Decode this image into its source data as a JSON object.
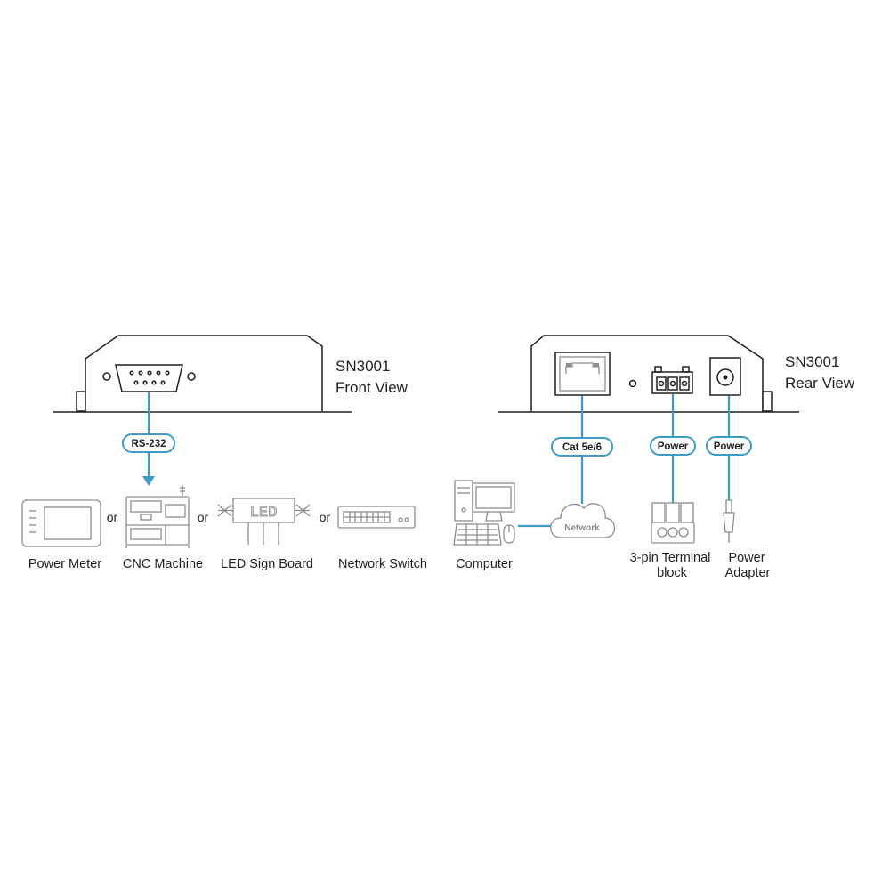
{
  "front": {
    "title_line1": "SN3001",
    "title_line2": "Front View",
    "port_tag": "RS-232"
  },
  "rear": {
    "title_line1": "SN3001",
    "title_line2": "Rear View",
    "lan_tag": "Cat 5e/6",
    "terminal_tag": "Power",
    "adapter_tag": "Power"
  },
  "serial_devices": [
    {
      "label": "Power Meter"
    },
    {
      "label": "CNC Machine"
    },
    {
      "label": "LED Sign Board"
    },
    {
      "label": "Network Switch"
    }
  ],
  "or_label": "or",
  "led_text": "LED",
  "network": {
    "cloud_label": "Network"
  },
  "computer": {
    "label": "Computer"
  },
  "terminal_block": {
    "label_line1": "3-pin Terminal",
    "label_line2": "block"
  },
  "power_adapter": {
    "label_line1": "Power",
    "label_line2": "Adapter"
  },
  "colors": {
    "accent": "#3d9bc8",
    "device_outline": "#231f20",
    "peripheral_outline": "#8a8d90"
  }
}
